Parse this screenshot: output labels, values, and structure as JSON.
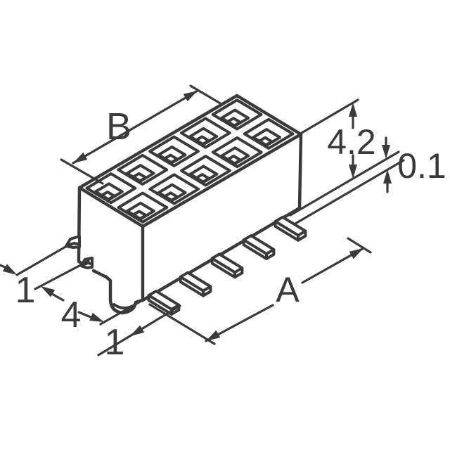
{
  "document": {
    "type": "mechanical-dimension-drawing",
    "subject": "SMD female header connector, 2 rows x 5 positions, isometric view"
  },
  "colors": {
    "line": "#3a3a3c",
    "background": "#ffffff"
  },
  "connector": {
    "socket_rows": 2,
    "socket_cols": 5,
    "smd_lead_count": 5
  },
  "dimensions": {
    "width_b": {
      "label": "B"
    },
    "span_a": {
      "label": "A"
    },
    "body_height": {
      "label": "4.2"
    },
    "standoff": {
      "label": "0.1"
    },
    "left_lead_protrusion": {
      "label": "1"
    },
    "peg_to_end": {
      "label": "4"
    },
    "front_lead_protrusion": {
      "label": "1"
    }
  }
}
